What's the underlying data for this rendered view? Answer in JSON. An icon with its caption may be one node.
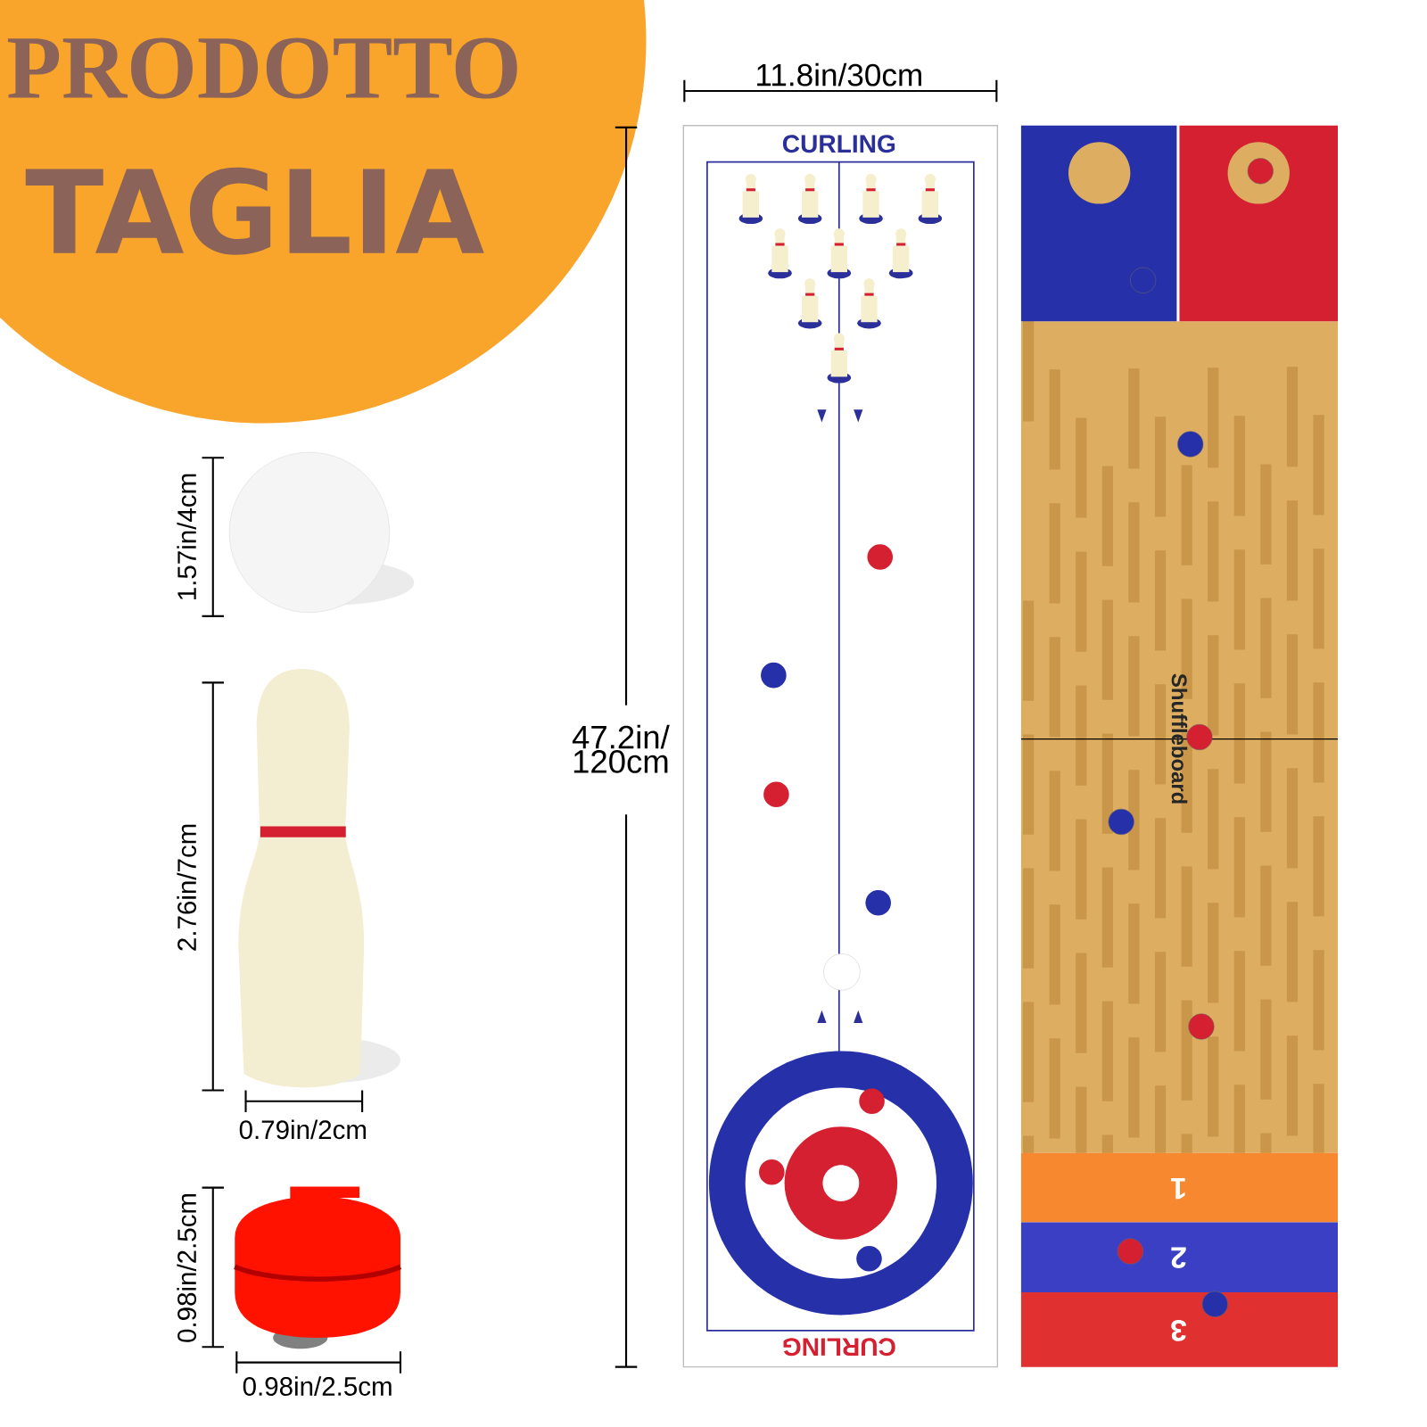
{
  "diagram": {
    "labels": [
      "PRODOTTO",
      "TAGLIA",
      "11.8in/30cm",
      "CURLING",
      "47.2in/ 120cm",
      "1.57in/4cm",
      "Shuffleboard",
      "2.76in/7cm",
      "0.79in/2cm",
      "1",
      "2",
      "0.98in/2.5cm",
      "3",
      "CURLING",
      "0.98in/2.5cm"
    ]
  }
}
